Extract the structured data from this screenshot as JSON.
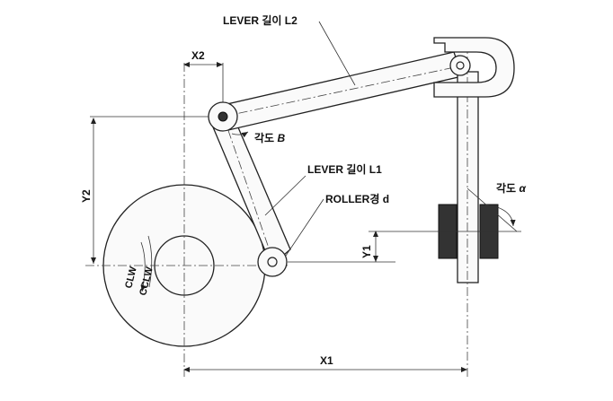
{
  "labels": {
    "lever_l2": "LEVER 길이 L2",
    "lever_l1": "LEVER 길이 L1",
    "roller": "ROLLER경 d",
    "angle_b_prefix": "각도",
    "angle_b_sym": "B",
    "angle_a_prefix": "각도",
    "angle_a_sym": "α",
    "x1": "X1",
    "x2": "X2",
    "y1": "Y1",
    "y2": "Y2",
    "clw": "CLW",
    "cclw": "CCLW"
  }
}
